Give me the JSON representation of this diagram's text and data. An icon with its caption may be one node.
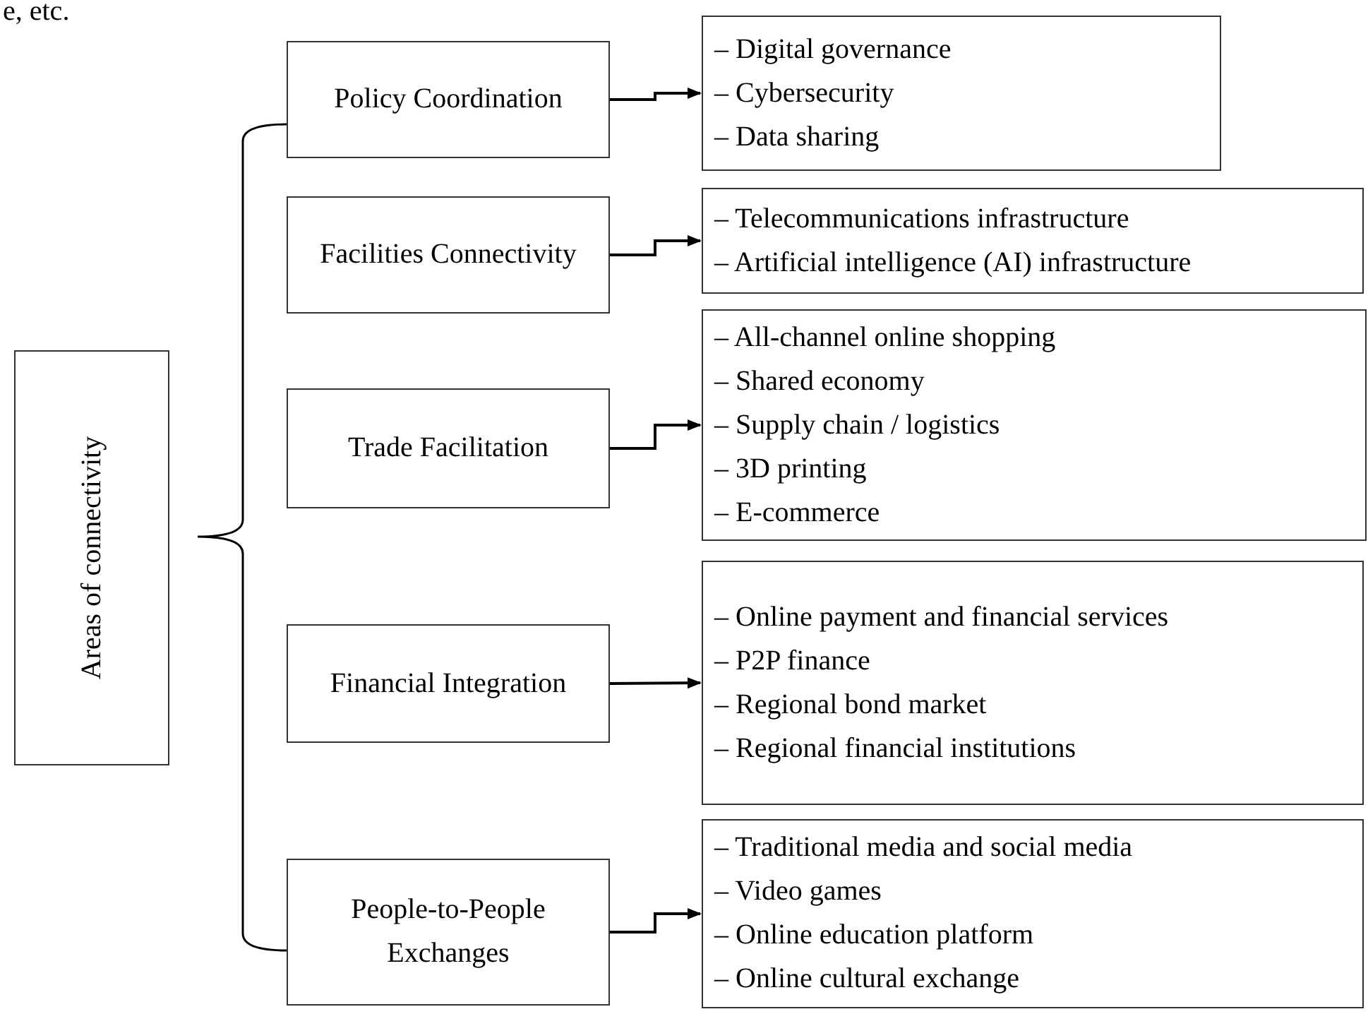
{
  "diagram": {
    "nodes": [
      {
        "text": [
          "Areas of connectivity"
        ]
      },
      {
        "text": [
          "Policy Coordination"
        ]
      },
      {
        "text": [
          "Facilities Connectivity"
        ]
      },
      {
        "text": [
          "Trade Facilitation"
        ]
      },
      {
        "text": [
          "Financial Integration"
        ]
      },
      {
        "text": [
          "People-to-People Exchanges"
        ]
      },
      {
        "text": [
          "– Digital governance",
          "– Cybersecurity",
          "– Data sharing"
        ]
      },
      {
        "text": [
          "– Telecommunications infrastructure",
          "– Artificial intelligence (AI) infrastructure"
        ]
      },
      {
        "text": [
          "– All-channel online shopping",
          "– Shared economy",
          "– Supply chain / logistics",
          "– 3D printing",
          "– E-commerce"
        ]
      },
      {
        "text": [
          "– Online payment and financial services",
          "– P2P finance",
          "– Regional bond market",
          "– Regional financial institutions"
        ]
      },
      {
        "text": [
          "– Traditional media and social media",
          "– Video games",
          "– Online education platform",
          "– Online cultural exchange"
        ]
      }
    ],
    "edges": [
      {
        "from": 1,
        "to": 6,
        "arrow": "to"
      },
      {
        "from": 2,
        "to": 7,
        "arrow": "to"
      },
      {
        "from": 3,
        "to": 8,
        "arrow": "to"
      },
      {
        "from": 4,
        "to": 9,
        "arrow": "to"
      },
      {
        "from": 5,
        "to": 10,
        "arrow": "to"
      }
    ],
    "labels": [
      "e, etc."
    ]
  }
}
